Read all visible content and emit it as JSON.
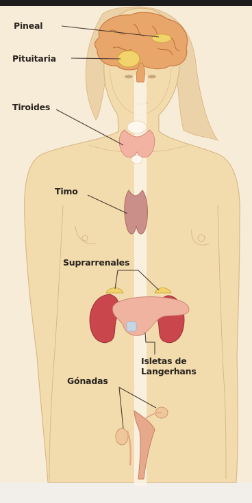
{
  "diagram": {
    "labels": {
      "pineal": "Pineal",
      "pituitaria": "Pituitaria",
      "tiroides": "Tiroides",
      "timo": "Timo",
      "suprarrenales": "Suprarrenales",
      "isletas_line1": "Isletas de",
      "isletas_line2": "Langerhans",
      "gonadas": "Gónadas"
    },
    "colors": {
      "background": "#f7ecd8",
      "skin": "#f2dcae",
      "skin_outline": "#d9b886",
      "hair": "#ecd2a8",
      "brain": "#e8a66a",
      "gland_yellow": "#f3d36b",
      "thyroid": "#f2b3a3",
      "thymus": "#c98f88",
      "kidney": "#c9464d",
      "pancreas": "#efb3a0",
      "ovary": "#f0c79a",
      "leader_line": "#4a3a30"
    }
  }
}
